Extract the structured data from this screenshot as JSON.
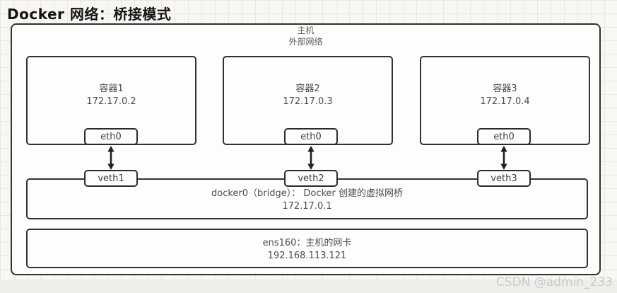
{
  "page": {
    "title": "Docker 网络：桥接模式",
    "watermark": "CSDN @admin_233"
  },
  "host": {
    "label_line1": "主机",
    "label_line2": "外部网络"
  },
  "containers": [
    {
      "name": "容器1",
      "ip": "172.17.0.2",
      "iface": "eth0",
      "veth": "veth1"
    },
    {
      "name": "容器2",
      "ip": "172.17.0.3",
      "iface": "eth0",
      "veth": "veth2"
    },
    {
      "name": "容器3",
      "ip": "172.17.0.4",
      "iface": "eth0",
      "veth": "veth3"
    }
  ],
  "bridge": {
    "label": "docker0（bridge）： Docker 创建的虚拟网桥",
    "ip": "172.17.0.1"
  },
  "nic": {
    "label": "ens160：主机的网卡",
    "ip": "192.168.113.121"
  },
  "colors": {
    "box_border": "#323232",
    "text": "#4d4d4d",
    "title": "#141414",
    "watermark": "#c9c9c9",
    "background": "#f8f7f4"
  }
}
